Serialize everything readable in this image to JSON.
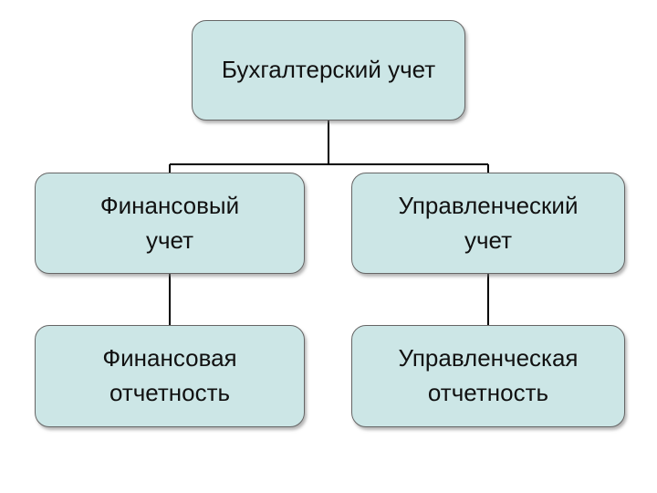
{
  "diagram": {
    "root": {
      "label": "Бухгалтерский учет"
    },
    "branches": [
      {
        "line1": "Финансовый",
        "line2": "учет",
        "child": {
          "line1": "Финансовая",
          "line2": "отчетность"
        }
      },
      {
        "line1": "Управленческий",
        "line2": "учет",
        "child": {
          "line1": "Управленческая",
          "line2": "отчетность"
        }
      }
    ],
    "colors": {
      "node_fill": "#cce6e6",
      "node_border": "#666666",
      "connector": "#000000"
    }
  }
}
